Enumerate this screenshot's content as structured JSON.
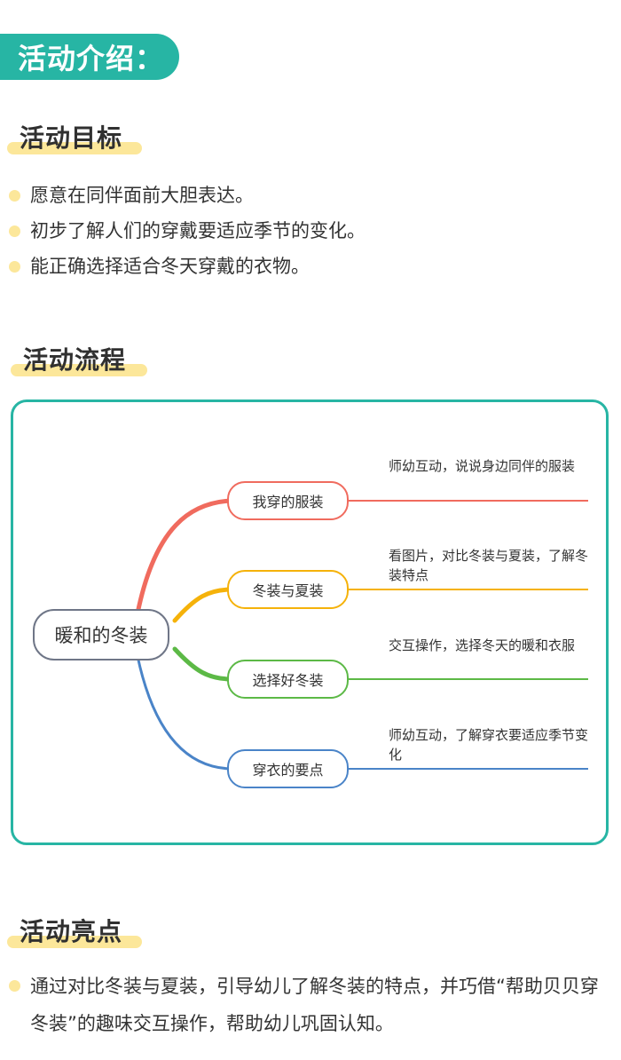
{
  "banner": {
    "title": "活动介绍："
  },
  "goals": {
    "title": "活动目标",
    "items": [
      "愿意在同伴面前大胆表达。",
      "初步了解人们的穿戴要适应季节的变化。",
      "能正确选择适合冬天穿戴的衣物。"
    ]
  },
  "process": {
    "title": "活动流程",
    "root": "暖和的冬装",
    "branches": [
      {
        "label": "我穿的服装",
        "detail": "师幼互动，说说身边同伴的服装",
        "color": "#f06b5e"
      },
      {
        "label": "冬装与夏装",
        "detail": "看图片，对比冬装与夏装，了解冬装特点",
        "color": "#f5b20a"
      },
      {
        "label": "选择好冬装",
        "detail": "交互操作，选择冬天的暖和衣服",
        "color": "#5cb946"
      },
      {
        "label": "穿衣的要点",
        "detail": "师幼互动，了解穿衣要适应季节变化",
        "color": "#4a84c8"
      }
    ]
  },
  "highlights": {
    "title": "活动亮点",
    "text": "通过对比冬装与夏装，引导幼儿了解冬装的特点，并巧借“帮助贝贝穿冬装”的趣味交互操作，帮助幼儿巩固认知。"
  },
  "colors": {
    "accent": "#27b5a4",
    "highlight": "#fce79a",
    "root_border": "#6f7687"
  }
}
